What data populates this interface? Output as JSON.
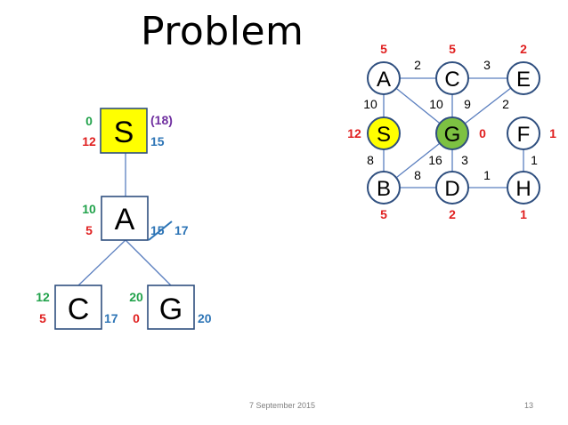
{
  "slide": {
    "title": "Problem",
    "date": "7 September 2015",
    "page": "13"
  },
  "colors": {
    "green": "#21a24b",
    "red": "#e02020",
    "blue": "#2e75b6",
    "purple": "#7030a0",
    "start_fill": "#ffff00",
    "goal_fill": "#7dc142",
    "edge": "#5b7fbf",
    "node_border": "#2f4f7f"
  },
  "search_tree": {
    "nodes": [
      {
        "id": "S",
        "label": "S",
        "g": "0",
        "h": "12",
        "f": "15",
        "extra": "(18)",
        "fill": "yellow"
      },
      {
        "id": "A",
        "label": "A",
        "g": "10",
        "h": "5",
        "f_old": "15",
        "f": "17"
      },
      {
        "id": "C",
        "label": "C",
        "g": "12",
        "h": "5",
        "f": "17"
      },
      {
        "id": "G",
        "label": "G",
        "g": "20",
        "h": "0",
        "f": "20"
      }
    ],
    "edges": [
      [
        "S",
        "A"
      ],
      [
        "A",
        "C"
      ],
      [
        "A",
        "G"
      ]
    ]
  },
  "graph": {
    "nodes": [
      {
        "id": "A",
        "label": "A",
        "h": "5"
      },
      {
        "id": "C",
        "label": "C",
        "h": "5"
      },
      {
        "id": "E",
        "label": "E",
        "h": "2"
      },
      {
        "id": "S",
        "label": "S",
        "h": "12",
        "fill": "yellow"
      },
      {
        "id": "G",
        "label": "G",
        "h": "0",
        "fill": "green"
      },
      {
        "id": "F",
        "label": "F",
        "h": "1"
      },
      {
        "id": "B",
        "label": "B",
        "h": "5"
      },
      {
        "id": "D",
        "label": "D",
        "h": "2"
      },
      {
        "id": "H",
        "label": "H",
        "h": "1"
      }
    ],
    "edges": [
      {
        "from": "A",
        "to": "C",
        "w": "2"
      },
      {
        "from": "C",
        "to": "E",
        "w": "3"
      },
      {
        "from": "A",
        "to": "S",
        "w": "10"
      },
      {
        "from": "A",
        "to": "G",
        "w": "10"
      },
      {
        "from": "C",
        "to": "G",
        "w": "9"
      },
      {
        "from": "E",
        "to": "G",
        "w": "2"
      },
      {
        "from": "S",
        "to": "B",
        "w": "8"
      },
      {
        "from": "G",
        "to": "B",
        "w": "16"
      },
      {
        "from": "G",
        "to": "D",
        "w": "3"
      },
      {
        "from": "B",
        "to": "D",
        "w": "8"
      },
      {
        "from": "D",
        "to": "H",
        "w": "1"
      },
      {
        "from": "F",
        "to": "H",
        "w": "1"
      }
    ]
  }
}
